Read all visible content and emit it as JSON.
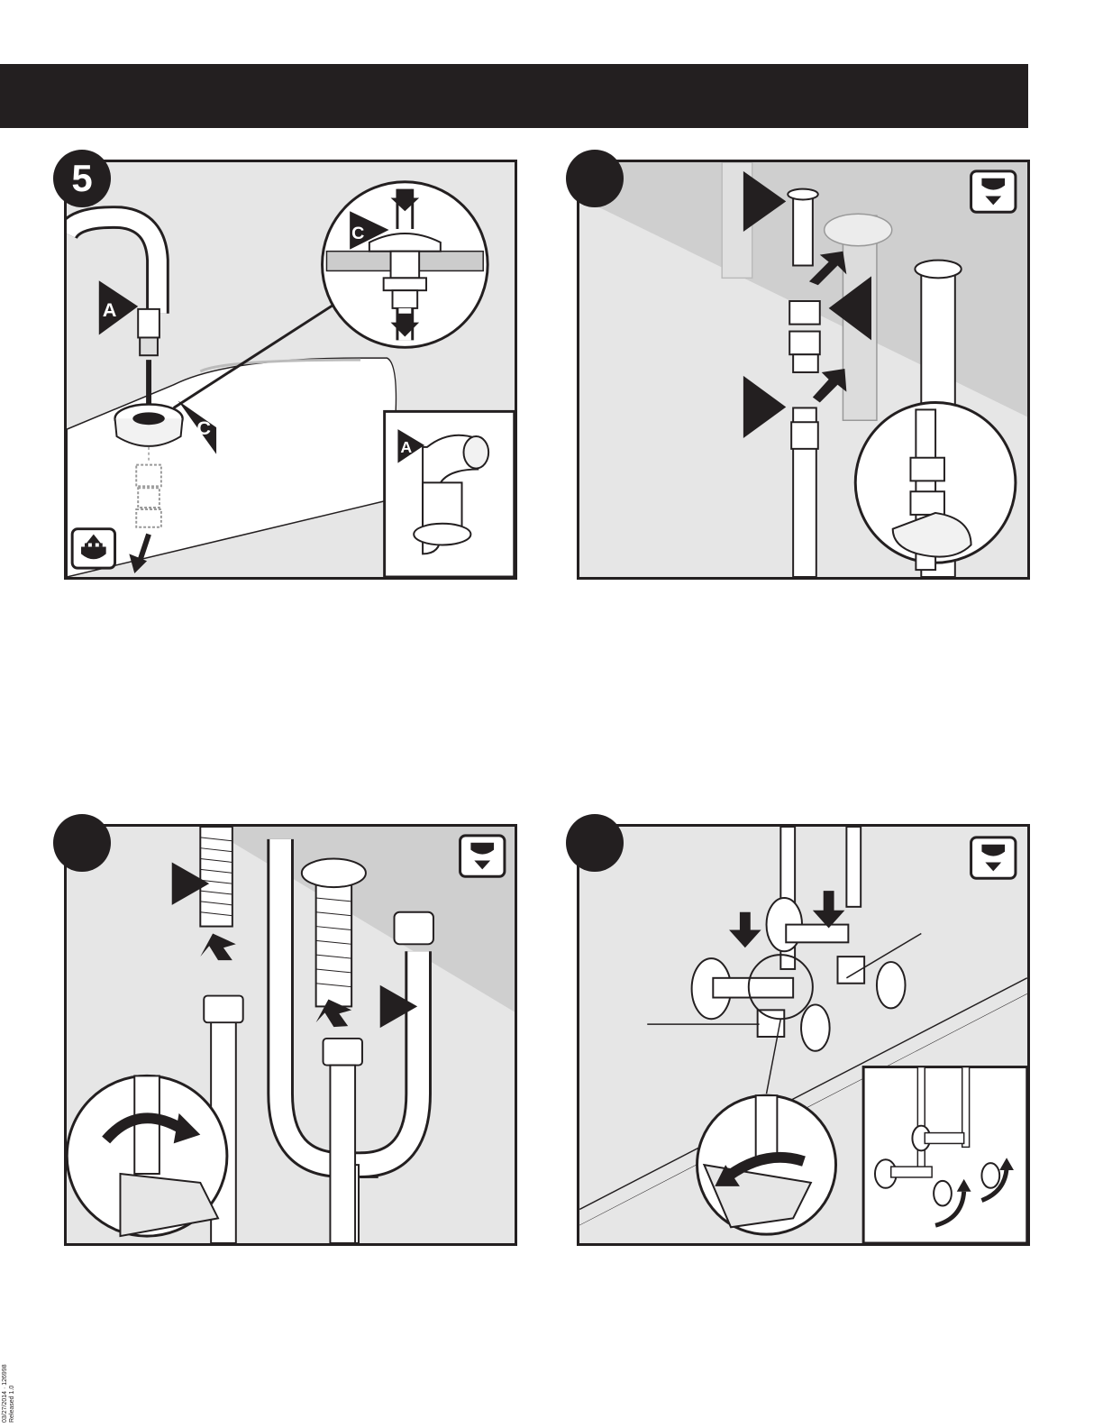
{
  "page": {
    "header_bar_text": ""
  },
  "panels": [
    {
      "step_number": "5",
      "callouts": [
        "A",
        "C",
        "C",
        "A"
      ],
      "icon": "raise-under-sink-icon"
    },
    {
      "step_number": "",
      "callouts": [],
      "icon": "under-sink-down-icon"
    },
    {
      "step_number": "",
      "callouts": [],
      "icon": "under-sink-down-icon"
    },
    {
      "step_number": "",
      "callouts": [],
      "icon": "under-sink-down-icon"
    }
  ],
  "footer": {
    "line1": "03/27/2014 · 126998",
    "line2": "Released 1.0"
  },
  "colors": {
    "ink": "#231f20",
    "panel_bg": "#e6e6e6",
    "wall_shade": "#cfcfcf"
  }
}
